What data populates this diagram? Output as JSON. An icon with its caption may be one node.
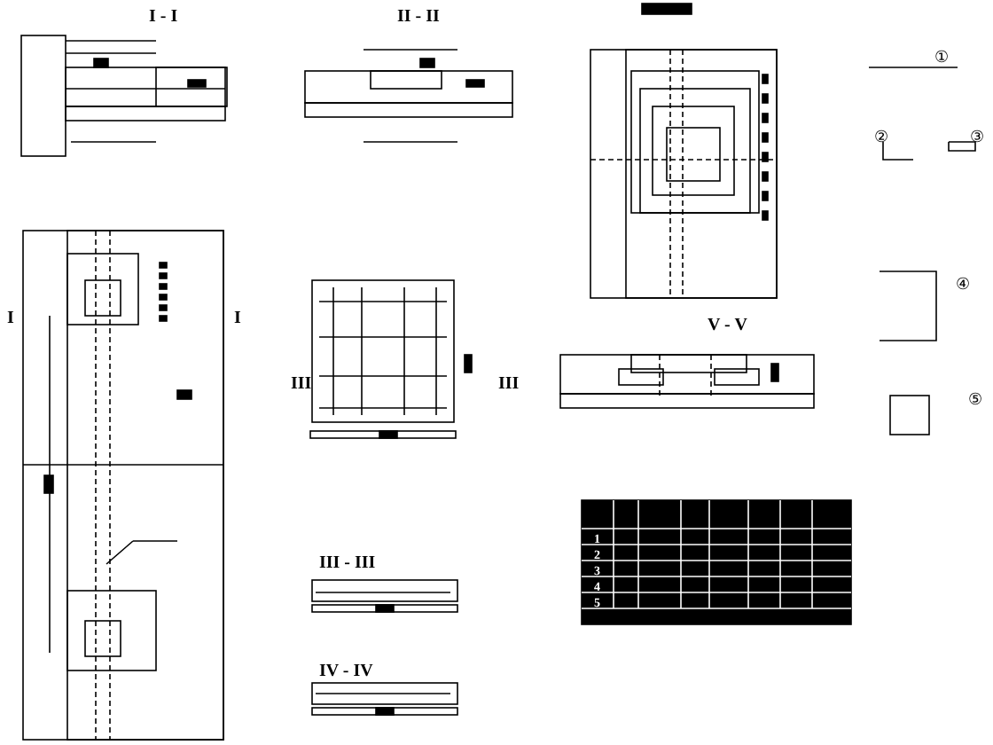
{
  "diagram": {
    "labels": [
      "I - I",
      "II - II",
      "V - V",
      "III - III",
      "IV - IV",
      "I",
      "I",
      "III",
      "III",
      "①",
      "②",
      "③",
      "④",
      "⑤",
      "1",
      "2",
      "3",
      "4",
      "5"
    ]
  }
}
